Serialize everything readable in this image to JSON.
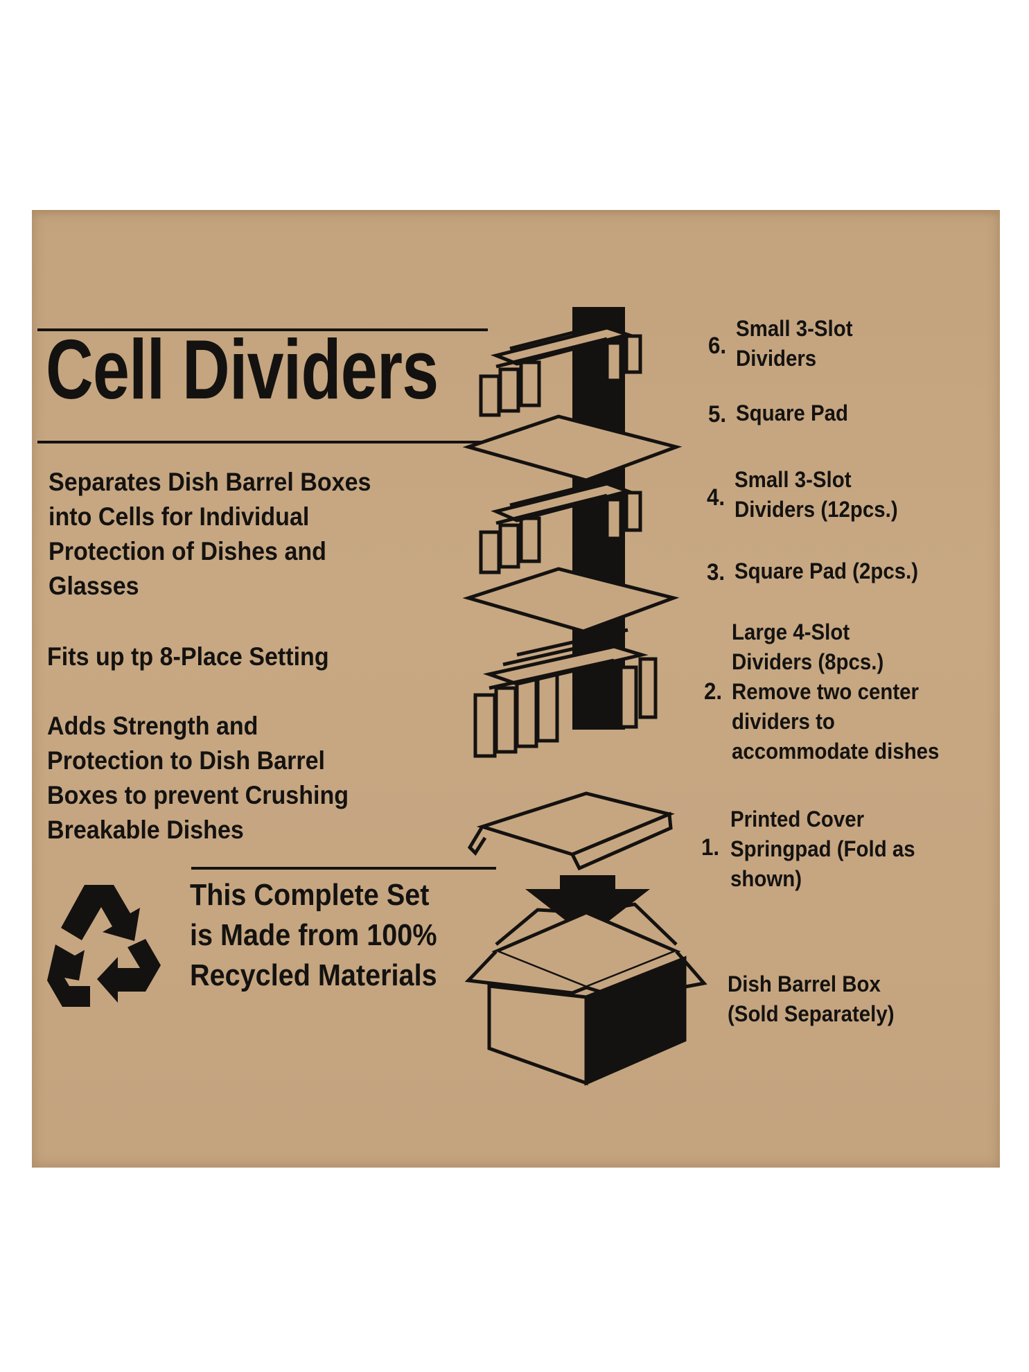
{
  "title": "Cell Dividers",
  "descriptions": [
    "Separates Dish Barrel Boxes\ninto Cells for Individual\nProtection of Dishes and\nGlasses",
    "Fits up tp 8-Place Setting",
    "Adds Strength and\nProtection to Dish Barrel\nBoxes to prevent Crushing\nBreakable Dishes"
  ],
  "recycle_statement": "This Complete Set\nis Made from 100%\nRecycled Materials",
  "parts": [
    {
      "number": "6.",
      "label": "Small 3-Slot\nDividers"
    },
    {
      "number": "5.",
      "label": "Square Pad"
    },
    {
      "number": "4.",
      "label": "Small 3-Slot\nDividers (12pcs.)"
    },
    {
      "number": "3.",
      "label": "Square Pad (2pcs.)"
    },
    {
      "number": "2.",
      "label": "Large 4-Slot\nDividers (8pcs.)\nRemove two center\ndividers to\naccommodate dishes"
    },
    {
      "number": "1.",
      "label": "Printed Cover\nSpringpad (Fold as\nshown)"
    }
  ],
  "box_label": "Dish Barrel Box\n(Sold Separately)",
  "icons": [
    "recycle-icon"
  ],
  "colors": {
    "cardboard": "#c6a681",
    "ink": "#141210",
    "background": "#ffffff"
  }
}
